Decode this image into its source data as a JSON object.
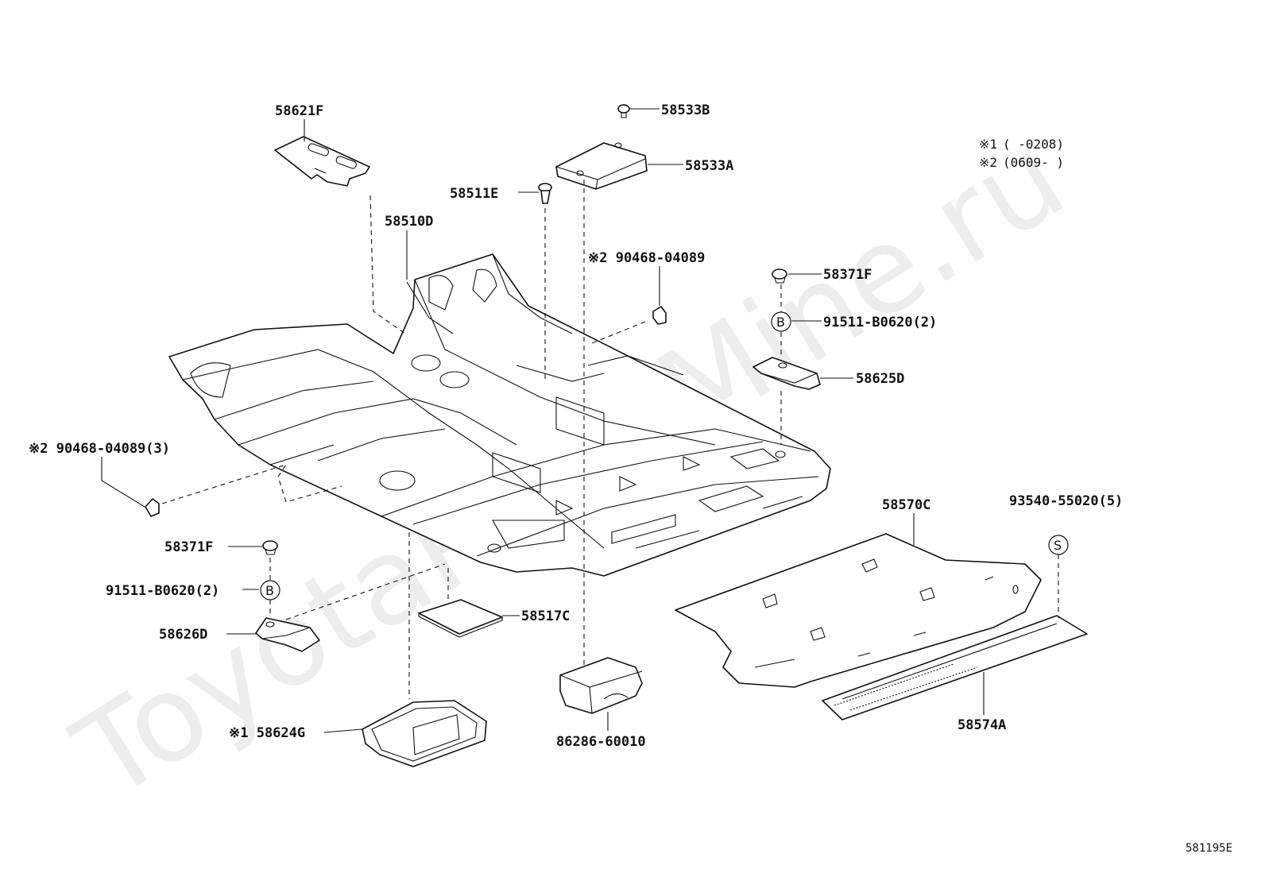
{
  "watermark": "ToyotaPartsMine.ru",
  "notes": [
    {
      "mark": "※1",
      "text": "(      -0208)"
    },
    {
      "mark": "※2",
      "text": "(0609-      )"
    }
  ],
  "circle_symbols": {
    "B": "B",
    "S": "S"
  },
  "labels": {
    "p58621F": "58621F",
    "p58533B": "58533B",
    "p58533A": "58533A",
    "p58511E": "58511E",
    "p58510D": "58510D",
    "p90468_top": "※2 90468-04089",
    "p58371F_right": "58371F",
    "p91511_right": "91511-B0620(2)",
    "p58625D": "58625D",
    "p90468_left": "※2 90468-04089(3)",
    "p58570C": "58570C",
    "p93540": "93540-55020(5)",
    "p58371F_left": "58371F",
    "p91511_left": "91511-B0620(2)",
    "p58626D": "58626D",
    "p58517C": "58517C",
    "p58574A": "58574A",
    "p58624G": "※1 58624G",
    "p86286": "86286-60010"
  },
  "diagram_ref": "581195E"
}
